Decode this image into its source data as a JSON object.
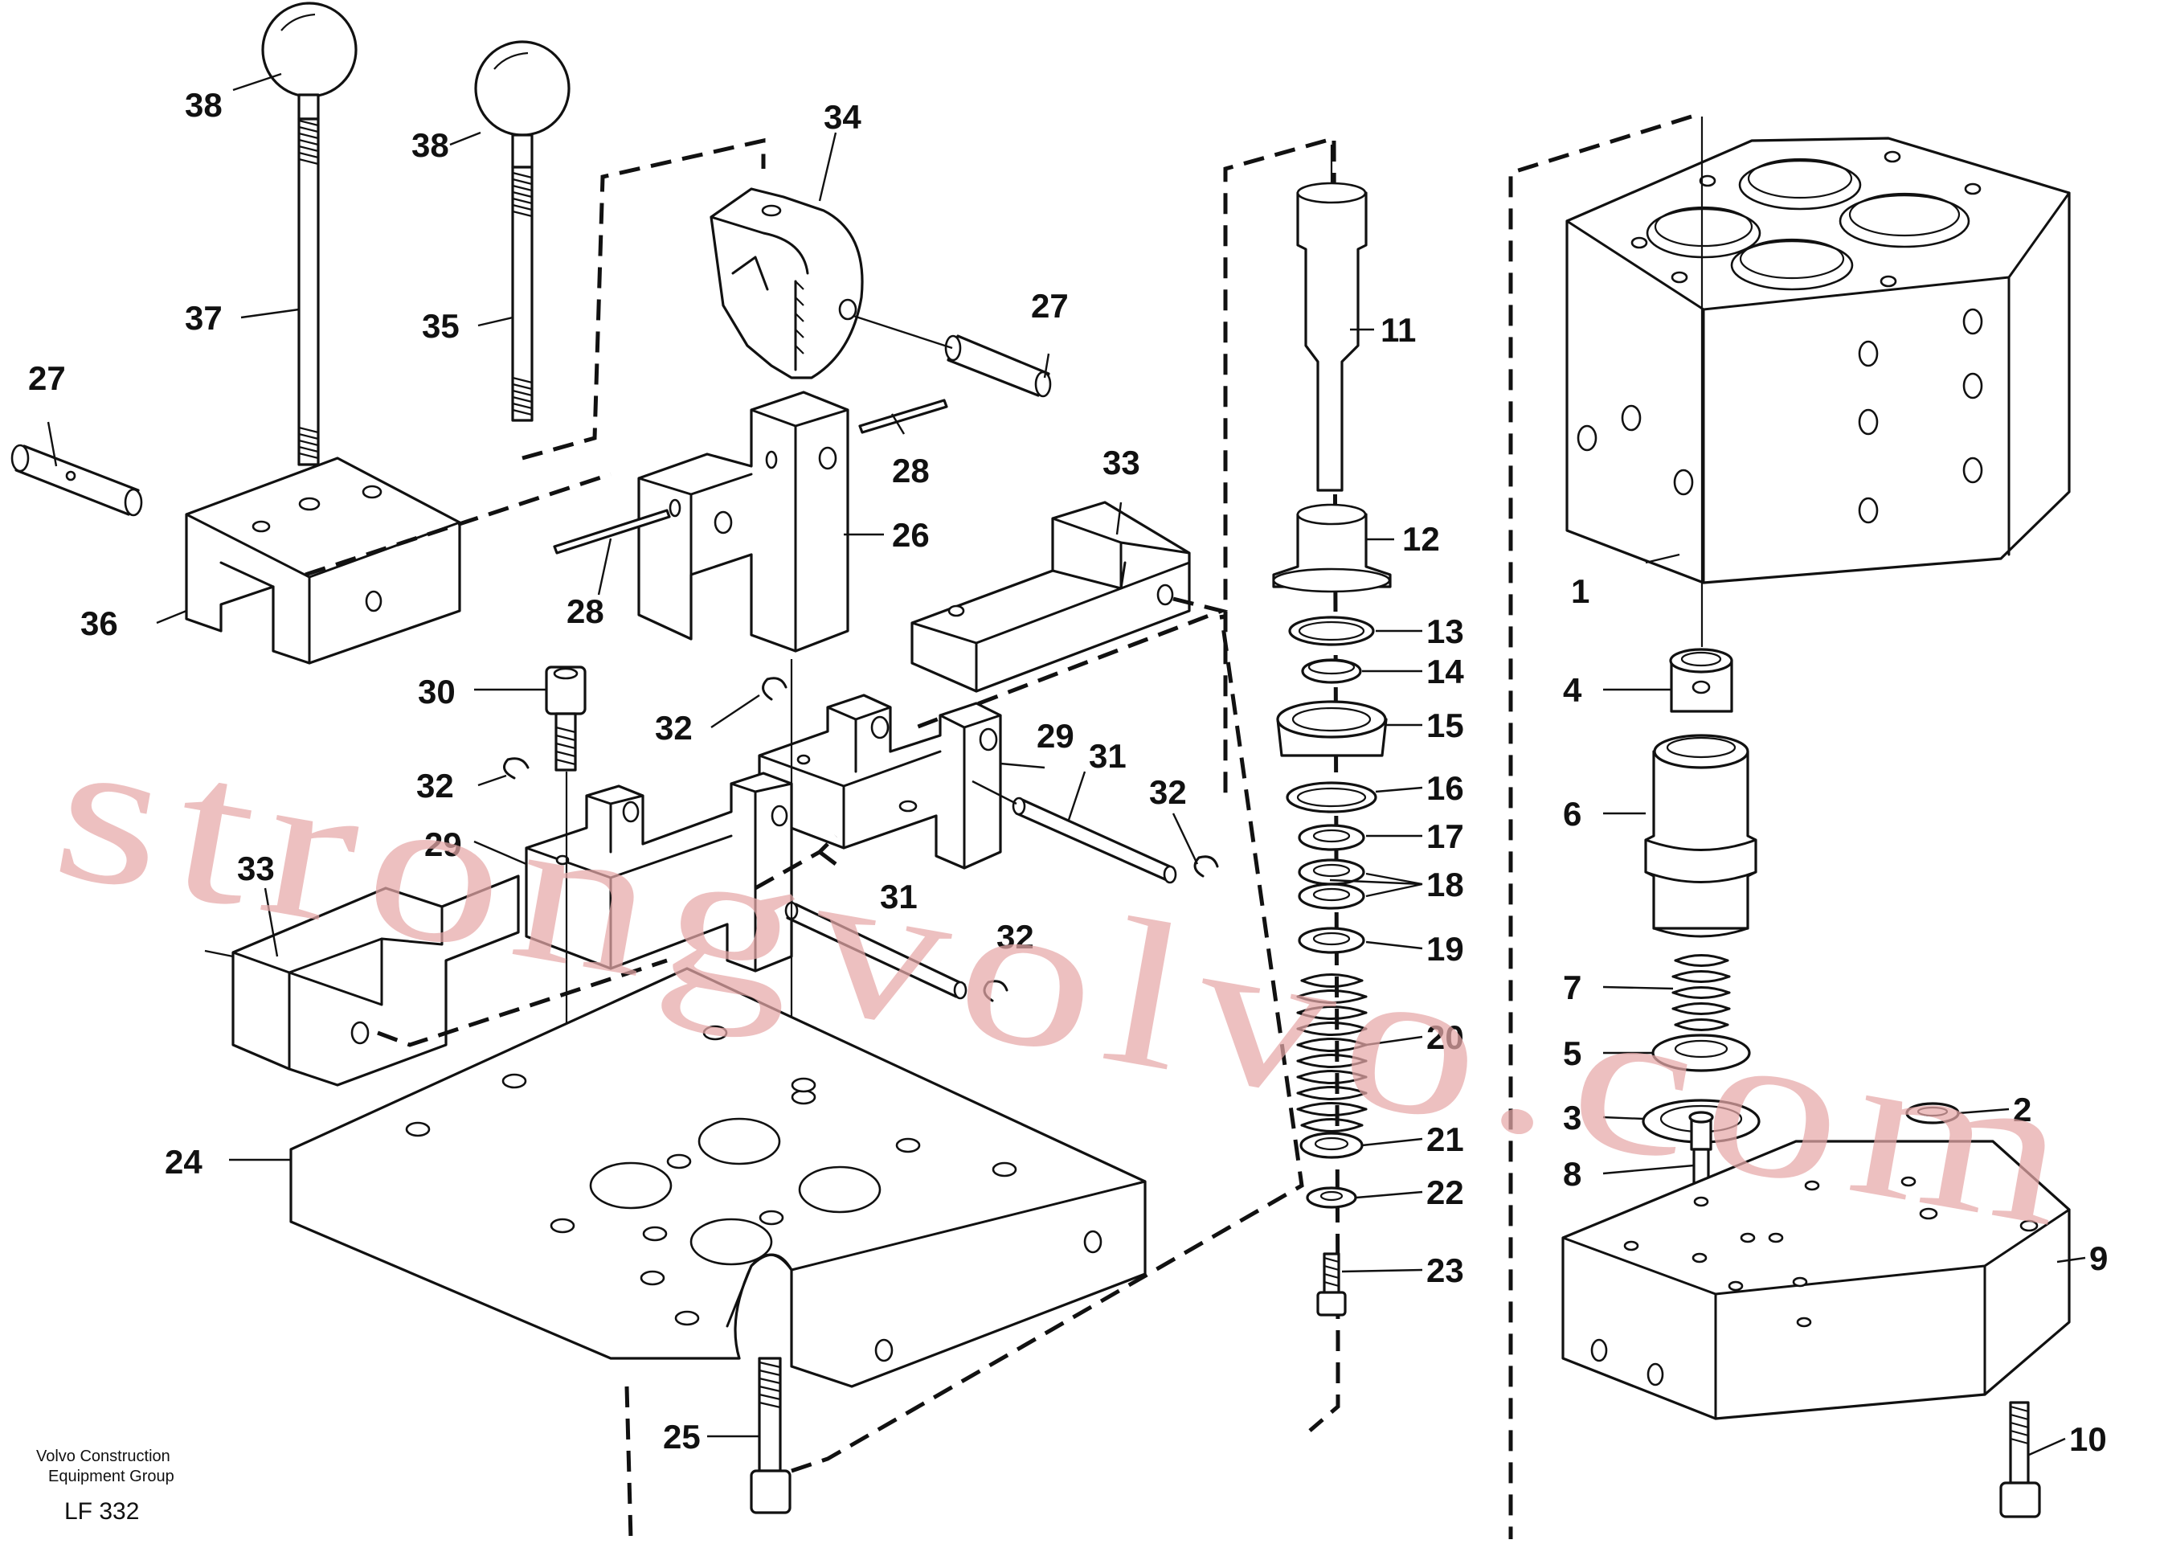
{
  "callouts": {
    "c1": "1",
    "c2": "2",
    "c3": "3",
    "c4": "4",
    "c5": "5",
    "c6": "6",
    "c7": "7",
    "c8": "8",
    "c9": "9",
    "c10": "10",
    "c11": "11",
    "c12": "12",
    "c13": "13",
    "c14": "14",
    "c15": "15",
    "c16": "16",
    "c17": "17",
    "c18": "18",
    "c19": "19",
    "c20": "20",
    "c21": "21",
    "c22": "22",
    "c23": "23",
    "c24": "24",
    "c25": "25",
    "c26": "26",
    "c27": "27",
    "c28": "28",
    "c29": "29",
    "c30": "30",
    "c31": "31",
    "c32": "32",
    "c33": "33",
    "c34": "34",
    "c35": "35",
    "c36": "36",
    "c37": "37",
    "c38": "38"
  },
  "watermark": "strongvolvo.com",
  "footer": {
    "company_line1": "Volvo Construction",
    "company_line2": "Equipment Group",
    "drawing_code": "LF 332"
  }
}
